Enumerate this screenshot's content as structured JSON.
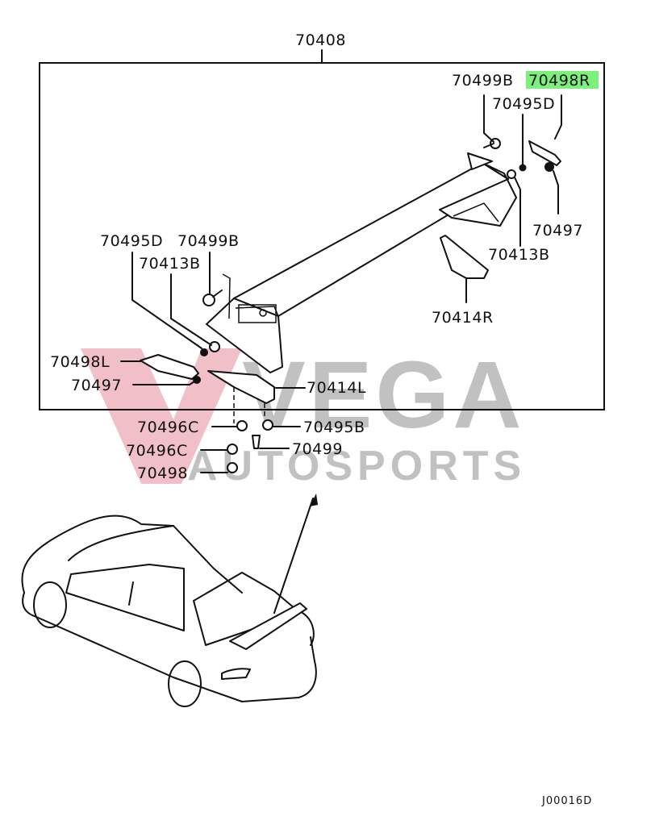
{
  "diagram": {
    "assembly_label": "70408",
    "figure_code": "J00016D",
    "highlight_color": "#7cf07c",
    "callouts": [
      {
        "id": "c1",
        "label": "70499B"
      },
      {
        "id": "c2",
        "label": "70498R",
        "highlighted": true
      },
      {
        "id": "c3",
        "label": "70495D"
      },
      {
        "id": "c4",
        "label": "70497"
      },
      {
        "id": "c5",
        "label": "70413B"
      },
      {
        "id": "c6",
        "label": "70414R"
      },
      {
        "id": "c7",
        "label": "70495D"
      },
      {
        "id": "c8",
        "label": "70499B"
      },
      {
        "id": "c9",
        "label": "70413B"
      },
      {
        "id": "c10",
        "label": "70498L"
      },
      {
        "id": "c11",
        "label": "70497"
      },
      {
        "id": "c12",
        "label": "70414L"
      },
      {
        "id": "c13",
        "label": "70496C"
      },
      {
        "id": "c14",
        "label": "70495B"
      },
      {
        "id": "c15",
        "label": "70496C"
      },
      {
        "id": "c16",
        "label": "70499"
      },
      {
        "id": "c17",
        "label": "70498"
      }
    ]
  },
  "watermark": {
    "brand": "VEGA",
    "tagline": "AUTOSPORTS",
    "accent_color": "#e58a9a"
  }
}
